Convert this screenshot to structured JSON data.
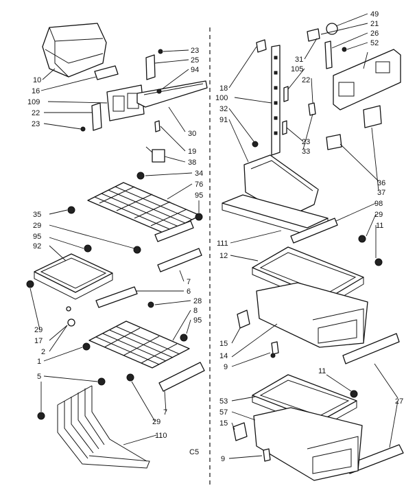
{
  "drawing_code": "C5",
  "callouts": {
    "left": [
      {
        "id": "c10",
        "label": "10"
      },
      {
        "id": "c16",
        "label": "16"
      },
      {
        "id": "c109",
        "label": "109"
      },
      {
        "id": "c22a",
        "label": "22"
      },
      {
        "id": "c23a",
        "label": "23"
      },
      {
        "id": "c23b",
        "label": "23"
      },
      {
        "id": "c25",
        "label": "25"
      },
      {
        "id": "c94",
        "label": "94"
      },
      {
        "id": "c30",
        "label": "30"
      },
      {
        "id": "c19",
        "label": "19"
      },
      {
        "id": "c38",
        "label": "38"
      },
      {
        "id": "c34",
        "label": "34"
      },
      {
        "id": "c76",
        "label": "76"
      },
      {
        "id": "c95a",
        "label": "95"
      },
      {
        "id": "c35",
        "label": "35"
      },
      {
        "id": "c29a",
        "label": "29"
      },
      {
        "id": "c95b",
        "label": "95"
      },
      {
        "id": "c92",
        "label": "92"
      },
      {
        "id": "c7a",
        "label": "7"
      },
      {
        "id": "c6",
        "label": "6"
      },
      {
        "id": "c28",
        "label": "28"
      },
      {
        "id": "c29b",
        "label": "29"
      },
      {
        "id": "c17",
        "label": "17"
      },
      {
        "id": "c8",
        "label": "8"
      },
      {
        "id": "c95c",
        "label": "95"
      },
      {
        "id": "c2",
        "label": "2"
      },
      {
        "id": "c1",
        "label": "1"
      },
      {
        "id": "c5",
        "label": "5"
      },
      {
        "id": "c7b",
        "label": "7"
      },
      {
        "id": "c29c",
        "label": "29"
      },
      {
        "id": "c110",
        "label": "110"
      }
    ],
    "right": [
      {
        "id": "c49",
        "label": "49"
      },
      {
        "id": "c21",
        "label": "21"
      },
      {
        "id": "c26",
        "label": "26"
      },
      {
        "id": "c52",
        "label": "52"
      },
      {
        "id": "c31",
        "label": "31"
      },
      {
        "id": "c105",
        "label": "105"
      },
      {
        "id": "c22b",
        "label": "22"
      },
      {
        "id": "c18",
        "label": "18"
      },
      {
        "id": "c100",
        "label": "100"
      },
      {
        "id": "c32",
        "label": "32"
      },
      {
        "id": "c91",
        "label": "91"
      },
      {
        "id": "c23c",
        "label": "23"
      },
      {
        "id": "c33",
        "label": "33"
      },
      {
        "id": "c36",
        "label": "36"
      },
      {
        "id": "c37",
        "label": "37"
      },
      {
        "id": "c98",
        "label": "98"
      },
      {
        "id": "c29d",
        "label": "29"
      },
      {
        "id": "c11a",
        "label": "11"
      },
      {
        "id": "c111",
        "label": "111"
      },
      {
        "id": "c12",
        "label": "12"
      },
      {
        "id": "c15a",
        "label": "15"
      },
      {
        "id": "c14",
        "label": "14"
      },
      {
        "id": "c9a",
        "label": "9"
      },
      {
        "id": "c11b",
        "label": "11"
      },
      {
        "id": "c27",
        "label": "27"
      },
      {
        "id": "c53",
        "label": "53"
      },
      {
        "id": "c57",
        "label": "57"
      },
      {
        "id": "c15b",
        "label": "15"
      },
      {
        "id": "c9b",
        "label": "9"
      }
    ]
  }
}
